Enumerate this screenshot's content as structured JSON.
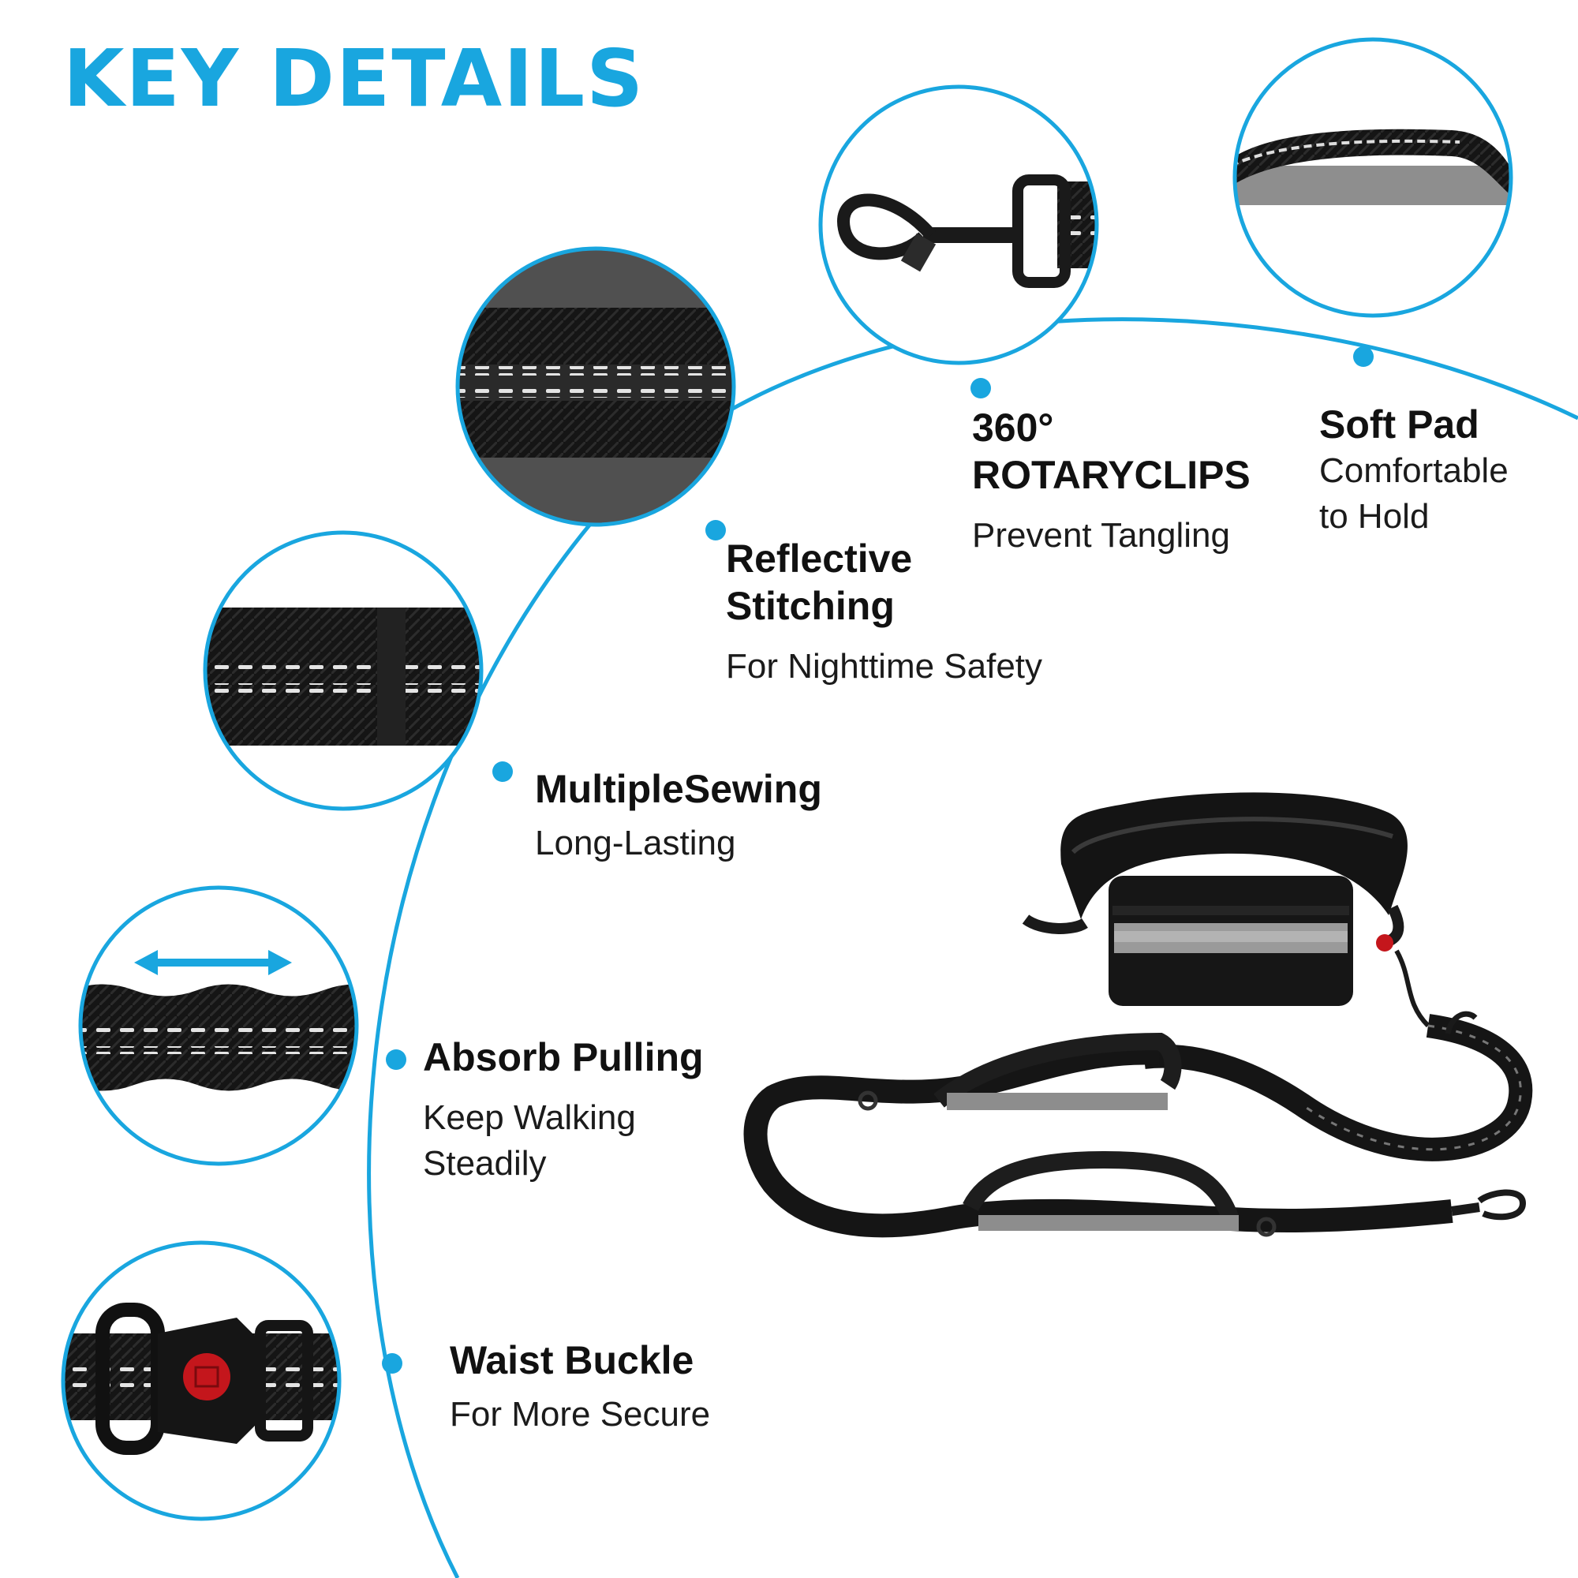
{
  "page_title": "KEY DETAILS",
  "accent_color": "#19a6df",
  "features": [
    {
      "id": "rotary-clips",
      "title": "360°\nROTARYCLIPS",
      "subtitle": "Prevent Tangling",
      "icon": "swivel-clip-detail"
    },
    {
      "id": "soft-pad",
      "title": "Soft Pad",
      "subtitle": "Comfortable\nto Hold",
      "icon": "padded-handle-detail"
    },
    {
      "id": "reflective-stitching",
      "title": "Reflective\nStitching",
      "subtitle": "For Nighttime Safety",
      "icon": "reflective-webbing-detail"
    },
    {
      "id": "multiple-sewing",
      "title": "MultipleSewing",
      "subtitle": "Long-Lasting",
      "icon": "stitched-strap-detail"
    },
    {
      "id": "absorb-pulling",
      "title": "Absorb Pulling",
      "subtitle": "Keep Walking\nSteadily",
      "icon": "bungee-stretch-detail"
    },
    {
      "id": "waist-buckle",
      "title": "Waist Buckle",
      "subtitle": "For More Secure",
      "icon": "buckle-detail"
    }
  ]
}
